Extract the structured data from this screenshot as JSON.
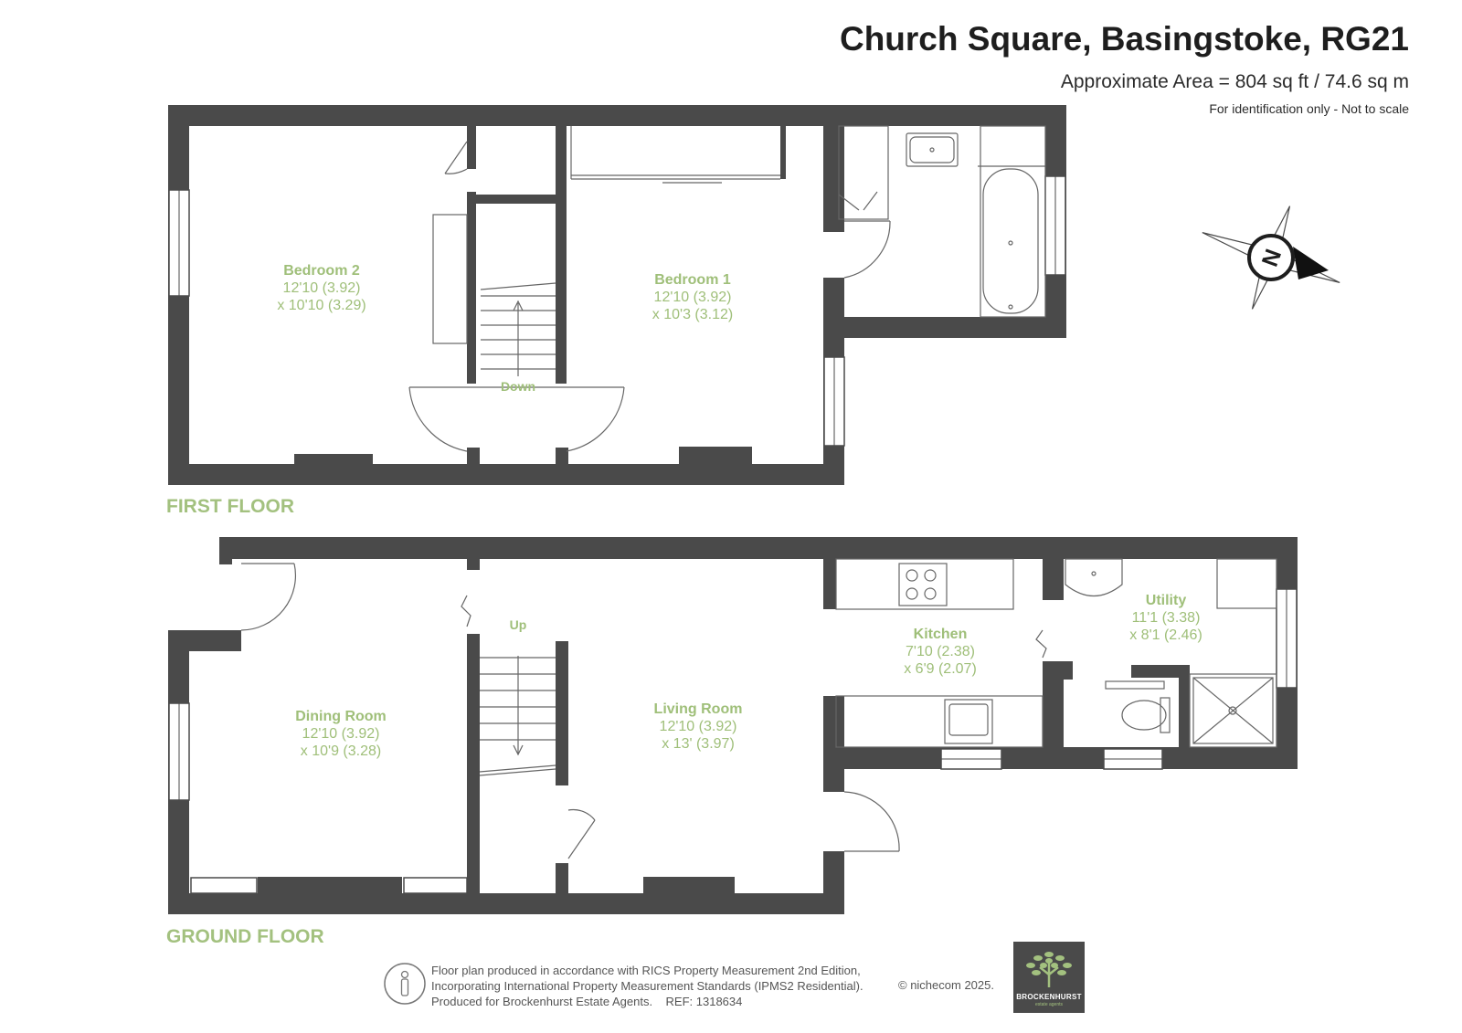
{
  "header": {
    "title": "Church Square, Basingstoke, RG21",
    "area": "Approximate Area = 804 sq ft / 74.6 sq m",
    "identification": "For identification only - Not to scale"
  },
  "floors": {
    "first": {
      "label": "FIRST FLOOR",
      "rooms": [
        {
          "name": "Bedroom 2",
          "dim1": "12'10 (3.92)",
          "dim2": "x 10'10 (3.29)"
        },
        {
          "name": "Bedroom 1",
          "dim1": "12'10 (3.92)",
          "dim2": "x 10'3 (3.12)"
        }
      ],
      "stairs": "Down"
    },
    "ground": {
      "label": "GROUND FLOOR",
      "rooms": [
        {
          "name": "Dining Room",
          "dim1": "12'10 (3.92)",
          "dim2": "x 10'9 (3.28)"
        },
        {
          "name": "Living Room",
          "dim1": "12'10 (3.92)",
          "dim2": "x 13' (3.97)"
        },
        {
          "name": "Kitchen",
          "dim1": "7'10 (2.38)",
          "dim2": "x 6'9 (2.07)"
        },
        {
          "name": "Utility",
          "dim1": "11'1 (3.38)",
          "dim2": "x 8'1 (2.46)"
        }
      ],
      "stairs": "Up"
    }
  },
  "compass": {
    "letter": "N",
    "icon": "compass-rose-icon"
  },
  "footer": {
    "line1": "Floor plan produced in accordance with RICS Property Measurement 2nd Edition,",
    "line2": "Incorporating International Property Measurement Standards (IPMS2 Residential).",
    "line3": "Produced for Brockenhurst Estate Agents.    REF: 1318634",
    "copyright": "© nichecom 2025.",
    "icon": "person-measure-icon"
  },
  "logo": {
    "name": "BROCKENHURST",
    "tagline": "estate agents",
    "icon": "tree-logo-icon"
  },
  "colors": {
    "wall": "#4a4a4a",
    "label_green": "#a3c17f",
    "room_text_green": "#9fbf79",
    "fixture_line": "#666666"
  }
}
